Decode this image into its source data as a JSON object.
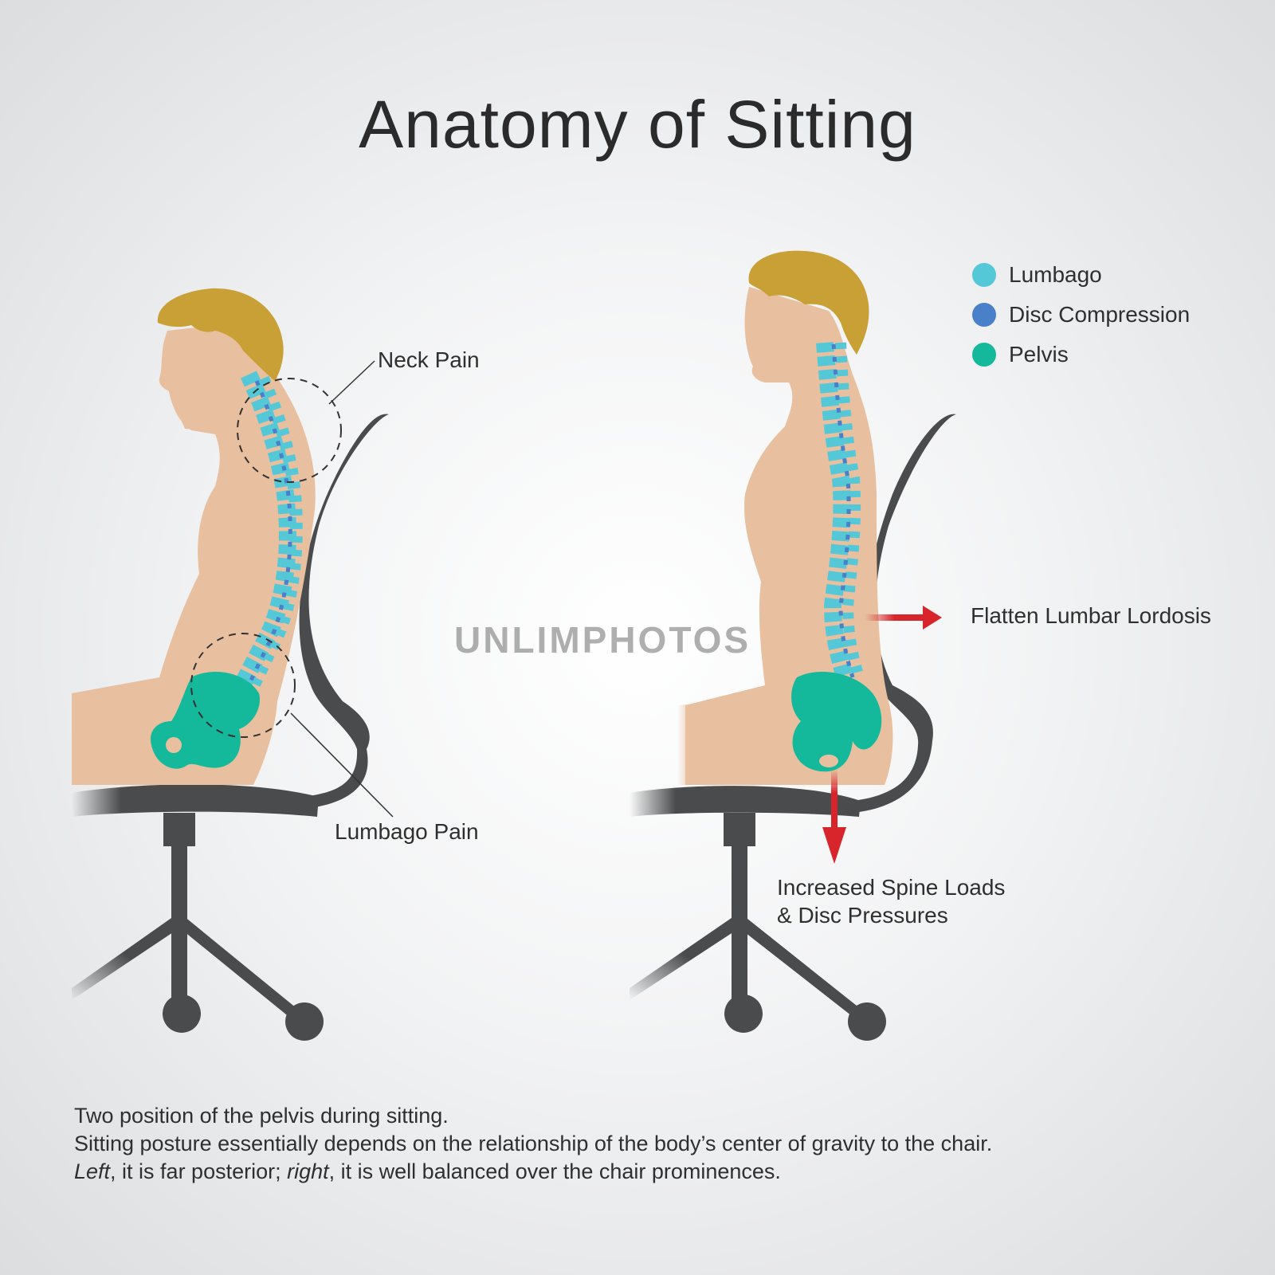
{
  "title": "Anatomy of Sitting",
  "labels": {
    "neck_pain": "Neck Pain",
    "lumbago_pain": "Lumbago Pain",
    "flatten_lumbar": "Flatten Lumbar Lordosis",
    "spine_loads_line1": "Increased Spine Loads",
    "spine_loads_line2": "& Disc Pressures"
  },
  "legend": [
    {
      "label": "Lumbago",
      "color": "#55c8d8"
    },
    {
      "label": "Disc Compression",
      "color": "#4a7fc9"
    },
    {
      "label": "Pelvis",
      "color": "#14b89a"
    }
  ],
  "watermark": "UNLIMPHOTOS",
  "caption": {
    "line1": "Two position of the pelvis during sitting.",
    "line2": "Sitting posture essentially depends on the relationship of the body’s center of gravity to the chair.",
    "line3_left": "Left",
    "line3_mid": ", it is far posterior; ",
    "line3_right": "right",
    "line3_end": ", it is well balanced over the chair prominences."
  },
  "colors": {
    "skin": "#e8c0a0",
    "hair": "#c9a035",
    "chair": "#4a4b4d",
    "spine": "#55c8d8",
    "disc": "#4a7fc9",
    "pelvis": "#14b89a",
    "arrow": "#d8252b"
  }
}
